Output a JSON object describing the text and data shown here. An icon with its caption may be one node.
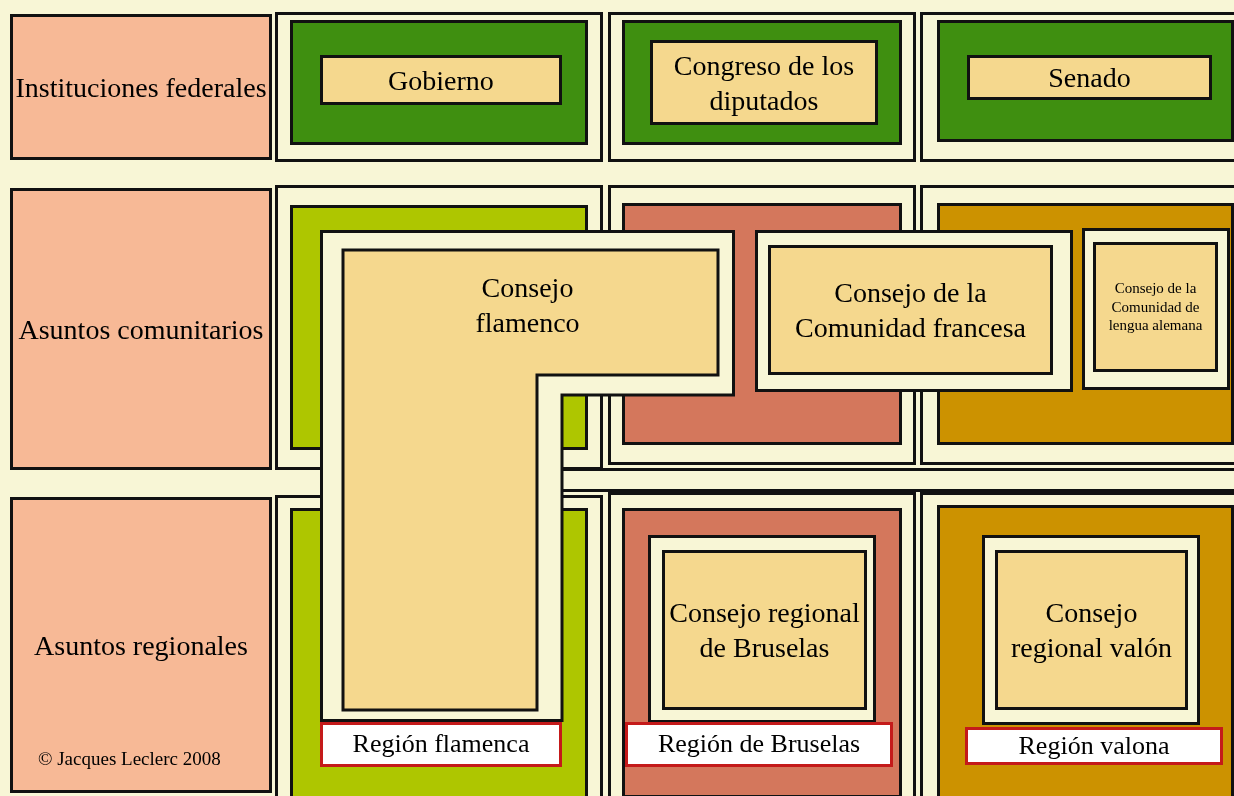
{
  "diagram": {
    "nodes": [
      {
        "text": [
          "Instituciones federales"
        ]
      },
      {
        "text": [
          "Gobierno"
        ]
      },
      {
        "text": [
          "Congreso de los diputados"
        ]
      },
      {
        "text": [
          "Senado"
        ]
      },
      {
        "text": [
          "Asuntos comunitarios"
        ]
      },
      {
        "text": [
          "Consejo flamenco"
        ]
      },
      {
        "text": [
          "Consejo de la Comunidad francesa"
        ]
      },
      {
        "text": [
          "Consejo de la Comunidad de lengua alemana"
        ]
      },
      {
        "text": [
          "Asuntos regionales"
        ]
      },
      {
        "text": [
          "Consejo regional de Bruselas"
        ]
      },
      {
        "text": [
          "Consejo regional valón"
        ]
      },
      {
        "text": [
          "Región flamenca"
        ]
      },
      {
        "text": [
          "Región de Bruselas"
        ]
      },
      {
        "text": [
          "Región valona"
        ]
      }
    ],
    "edges": [],
    "labels": [
      "© Jacques Leclerc 2008"
    ]
  }
}
